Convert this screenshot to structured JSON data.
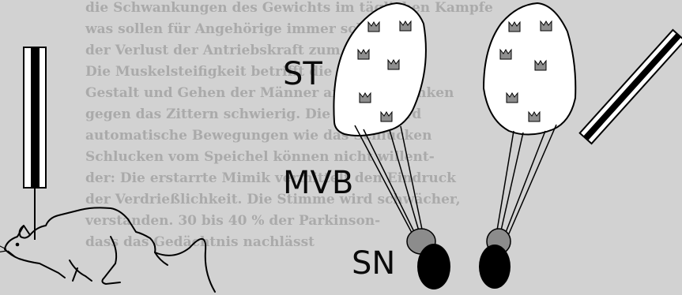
{
  "labels": {
    "st": "ST",
    "mvb": "MVB",
    "sn": "SN"
  },
  "background_text": [
    "die Schwankungen des Gewichts im täglichen Kampfe",
    "was sollen für Angehörige immer schwerig",
    "der Verlust der Antriebskraft zum Gehen,",
    "Die Muskelsteifigkeit betrifft die Nacken",
    "Gestalt und Gehen der Männer ansehen. Trinken",
    "gegen das Zittern schwierig. Die Mimik wird",
    "automatische Bewegungen wie das Schlucken",
    "Schlucken vom Speichel können nicht willent-",
    "der: Die erstarrte Mimik vermittelt den Eindruck",
    "der Verdrießlichkeit. Die Stimme wird schwächer,",
    "verstanden. 30 bis 40 % der Parkinson-",
    "dass das Gedächtnis nachlässt"
  ],
  "colors": {
    "background": "#d2d2d2",
    "stroke": "#000000",
    "fill": "#ffffff",
    "marker": "#8e8e8e",
    "nucleus_light": "#8c8c8c",
    "nucleus_dark": "#000000"
  }
}
